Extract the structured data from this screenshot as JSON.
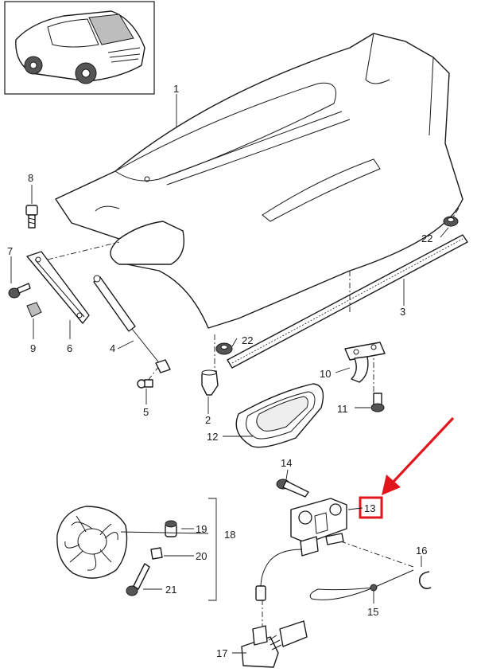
{
  "callouts": {
    "c1": "1",
    "c2": "2",
    "c3": "3",
    "c4": "4",
    "c5": "5",
    "c6": "6",
    "c7": "7",
    "c8": "8",
    "c9": "9",
    "c10": "10",
    "c11": "11",
    "c12": "12",
    "c13": "13",
    "c14": "14",
    "c15": "15",
    "c16": "16",
    "c17": "17",
    "c18": "18",
    "c19": "19",
    "c20": "20",
    "c21": "21",
    "c22a": "22",
    "c22b": "22"
  },
  "highlight": {
    "color": "#e0161c",
    "part": "13"
  }
}
